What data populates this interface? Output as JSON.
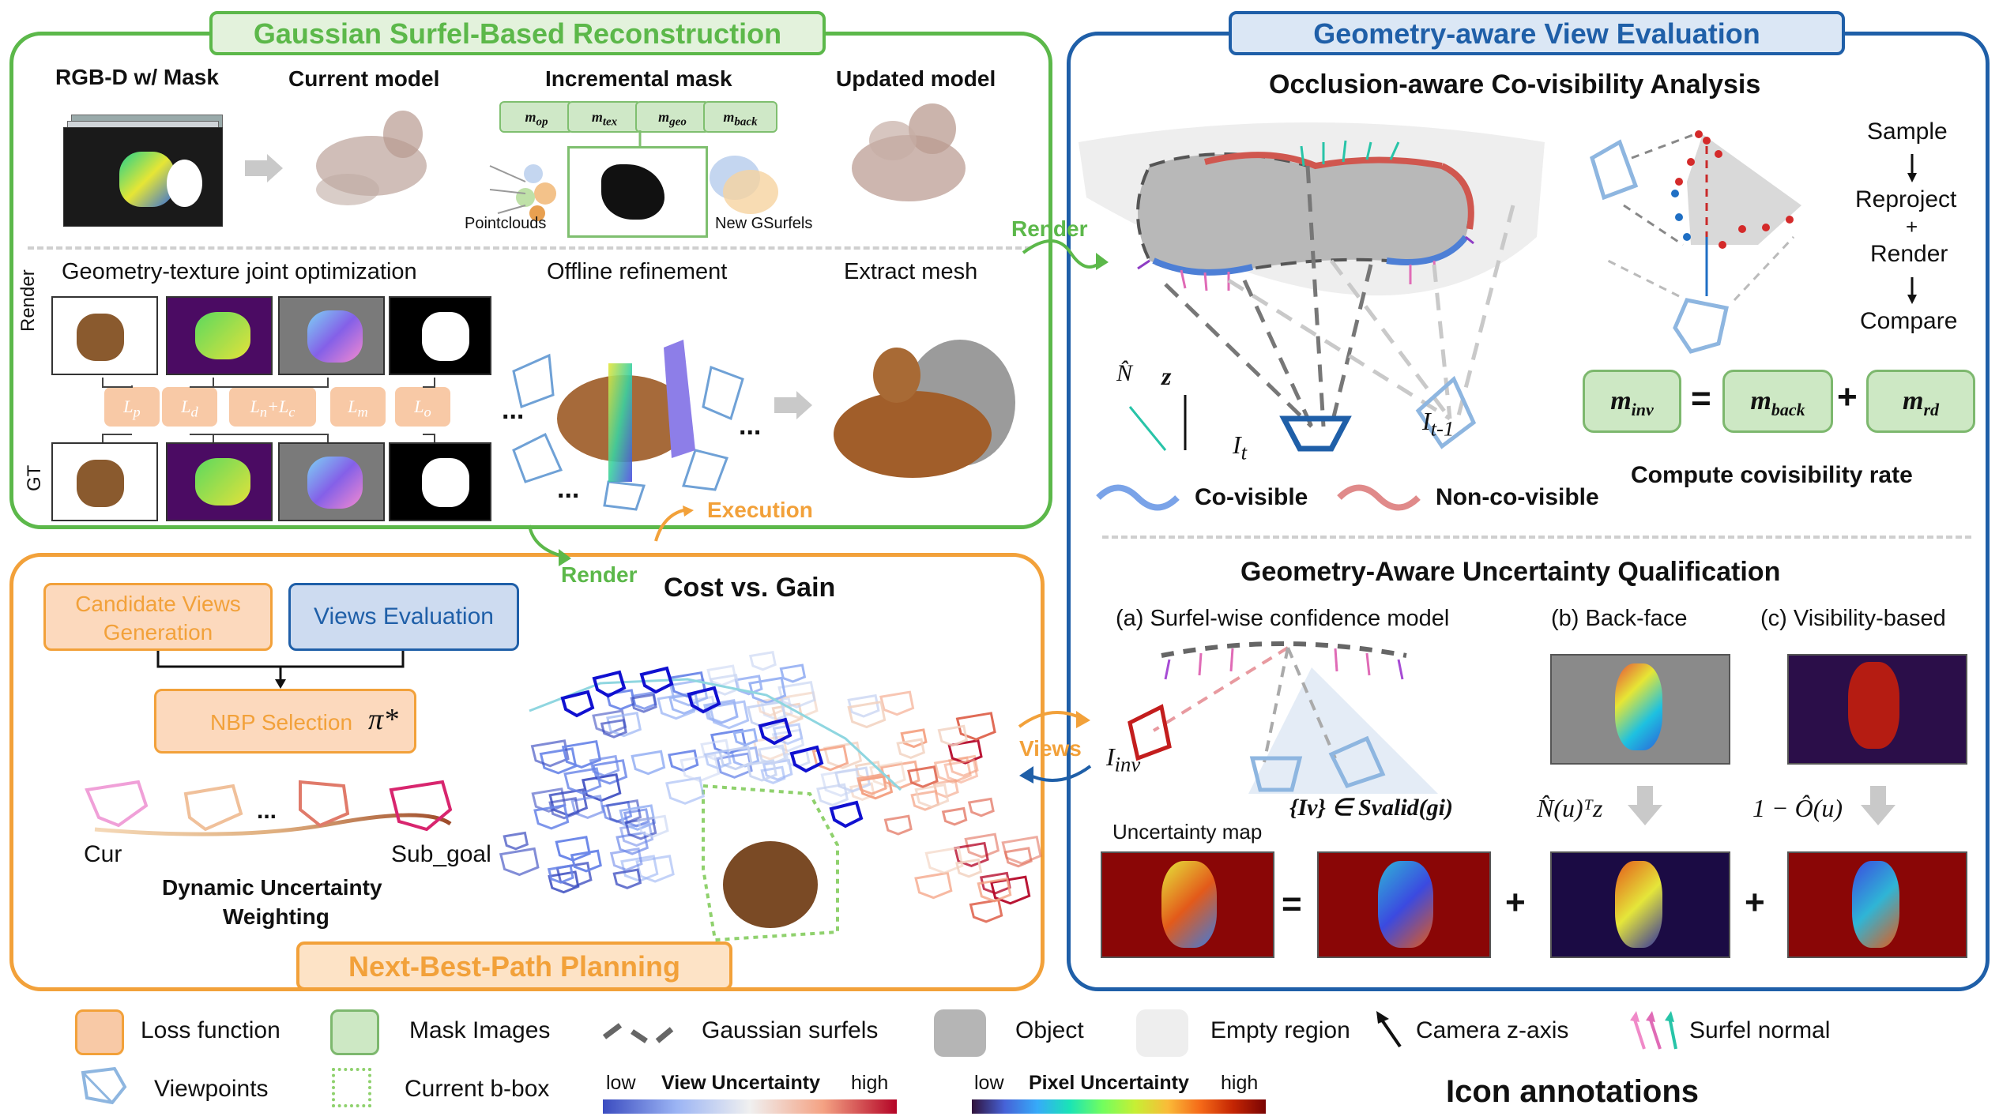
{
  "panel_reconstruction": {
    "title": "Gaussian Surfel-Based Reconstruction",
    "rgbd": "RGB-D w/ Mask",
    "current_model": "Current model",
    "incremental_mask": "Incremental mask",
    "updated_model": "Updated model",
    "masks": [
      "m_op",
      "m_tex",
      "m_geo",
      "m_back"
    ],
    "pointclouds": "Pointclouds",
    "new_gsurfels": "New GSurfels",
    "joint_opt": "Geometry-texture joint optimization",
    "offline_ref": "Offline refinement",
    "extract_mesh": "Extract mesh",
    "render_label": "Render",
    "gt_label": "GT",
    "losses": [
      "Lp",
      "Ld",
      "Ln+Lc",
      "Lm",
      "Lo"
    ],
    "dots": "...",
    "dots_small": "..."
  },
  "panel_view_eval": {
    "title": "Geometry-aware View Evaluation",
    "coviz_title": "Occlusion-aware Co-visibility Analysis",
    "steps": [
      "Sample",
      "Reproject",
      "+",
      "Render",
      "Compare"
    ],
    "eq_lhs": "m",
    "eq_lhs_sub": "inv",
    "eq_op1": "=",
    "eq_m1": "m",
    "eq_m1_sub": "back",
    "eq_op2": "+",
    "eq_m2": "m",
    "eq_m2_sub": "rd",
    "compute_rate": "Compute covisibility rate",
    "n_hat": "N̂",
    "z": "z",
    "it": "I",
    "it_sub": "t",
    "it1": "I",
    "it1_sub": "t-1",
    "co_visible": "Co-visible",
    "non_co_visible": "Non-co-visible",
    "uncert_title": "Geometry-Aware Uncertainty Qualification",
    "sub_a": "(a) Surfel-wise confidence model",
    "sub_b": "(b) Back-face",
    "sub_c": "(c) Visibility-based",
    "i_inv": "I",
    "i_inv_sub": "inv",
    "iv_set": "{Iv} ∈ Svalid(gi)",
    "backface_formula": "N̂(u)ᵀz",
    "vis_formula": "1 − Ô(u)",
    "uncert_map": "Uncertainty map",
    "eq_sign": "=",
    "plus1": "+",
    "plus2": "+"
  },
  "panel_planning": {
    "title": "Next-Best-Path Planning",
    "candidate": "Candidate Views Generation",
    "views_eval": "Views Evaluation",
    "nbp": "NBP Selection",
    "pi": "π*",
    "cur": "Cur",
    "sub_goal": "Sub_goal",
    "dots": "...",
    "dyn_weight_1": "Dynamic Uncertainty",
    "dyn_weight_2": "Weighting",
    "cost_gain": "Cost vs. Gain"
  },
  "connectors": {
    "render_top": "Render",
    "render_mid": "Render",
    "execution": "Execution",
    "views": "Views"
  },
  "legend": {
    "loss_function": "Loss function",
    "mask_images": "Mask Images",
    "gaussian_surfels": "Gaussian surfels",
    "object": "Object",
    "empty_region": "Empty region",
    "camera_z": "Camera z-axis",
    "surfel_normal": "Surfel normal",
    "viewpoints": "Viewpoints",
    "current_bbox": "Current b-box",
    "view_unc_low": "low",
    "view_unc_title": "View Uncertainty",
    "view_unc_high": "high",
    "pix_unc_low": "low",
    "pix_unc_title": "Pixel Uncertainty",
    "pix_unc_high": "high",
    "icon_annotations": "Icon annotations"
  },
  "colors": {
    "green": "#5cb84a",
    "orange": "#f2a13a",
    "blue": "#1f5fa8",
    "loss": "#f8c9a6",
    "mask": "#cde8c4",
    "object_gray": "#b5b5b5",
    "empty_gray": "#eeeeee"
  }
}
